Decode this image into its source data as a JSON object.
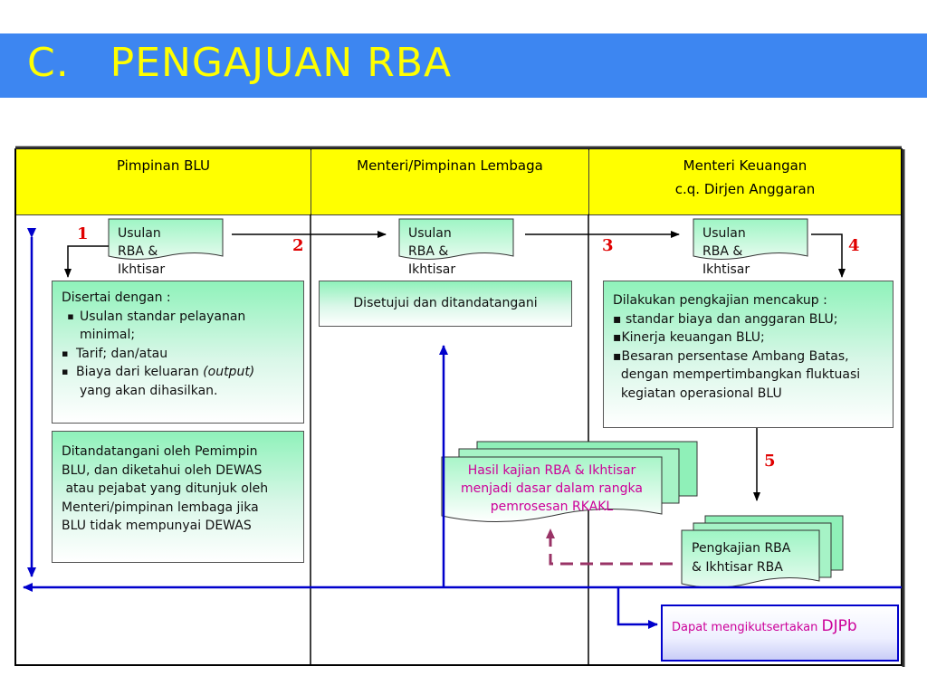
{
  "title": "C.   PENGAJUAN RBA",
  "columns": [
    {
      "line1": "Pimpinan BLU",
      "line2": ""
    },
    {
      "line1": "Menteri/Pimpinan Lembaga",
      "line2": ""
    },
    {
      "line1": "Menteri Keuangan",
      "line2": "c.q. Dirjen Anggaran"
    }
  ],
  "steps": [
    "1",
    "2",
    "3",
    "4",
    "5"
  ],
  "docs": {
    "usulan_line1": "Usulan RBA &",
    "usulan_line2": "Ikhtisar RBA",
    "pengkajian_line1": "Pengkajian RBA",
    "pengkajian_line2": "& Ikhtisar RBA",
    "hasil_line1": "Hasil kajian RBA & Ikhtisar",
    "hasil_line2": "menjadi dasar dalam rangka",
    "hasil_line3": "pemrosesan RKAKL"
  },
  "blu_box1": {
    "heading": "Disertai dengan :",
    "items": [
      {
        "bullet": "▪",
        "l1": "Usulan standar pelayanan",
        "l2": "minimal;"
      },
      {
        "bullet": "▪",
        "l1": "Tarif; dan/atau",
        "l2": ""
      },
      {
        "bullet": "▪",
        "l1": "Biaya dari keluaran ",
        "italic": "(output)",
        "l2": "yang akan dihasilkan."
      }
    ]
  },
  "blu_box2": {
    "lines": [
      "Ditandatangani oleh Pemimpin",
      "BLU, dan diketahui oleh DEWAS",
      " atau pejabat yang ditunjuk oleh",
      "Menteri/pimpinan lembaga jika",
      "BLU tidak mempunyai DEWAS"
    ]
  },
  "lembaga_box": "Disetujui dan ditandatangani",
  "kemenkeu_box": {
    "lines": [
      "Dilakukan pengkajian mencakup :",
      "▪ standar biaya dan anggaran BLU;",
      "▪Kinerja keuangan BLU;",
      "▪Besaran persentase Ambang Batas,",
      "  dengan mempertimbangkan fluktuasi",
      "  kegiatan operasional BLU"
    ]
  },
  "djpb_box": {
    "text": "Dapat mengikutsertakan ",
    "emph": "DJPb"
  },
  "colors": {
    "title_bar": "#3d86f1",
    "title_text": "#ffff00",
    "header": "#ffff00",
    "arrow_blue": "#0000cc",
    "step_red": "#e00000",
    "magenta": "#cc0099",
    "dash": "#993366"
  }
}
